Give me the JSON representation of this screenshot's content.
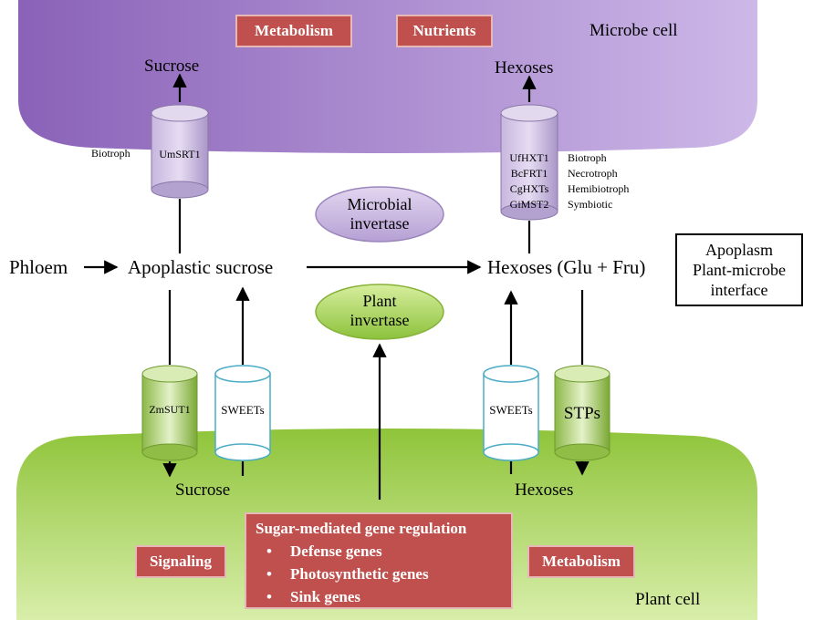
{
  "microbe": {
    "cell_label": "Microbe cell",
    "metabolism": "Metabolism",
    "nutrients": "Nutrients",
    "sucrose": "Sucrose",
    "hexoses": "Hexoses",
    "umsrt1": "UmSRT1",
    "biotroph_left": "Biotroph",
    "transporters": [
      "UfHXT1",
      "BcFRT1",
      "CgHXTs",
      "GiMST2"
    ],
    "lifestyles": [
      "Biotroph",
      "Necrotroph",
      "Hemibiotroph",
      "Symbiotic"
    ],
    "invertase_line1": "Microbial",
    "invertase_line2": "invertase"
  },
  "apoplast": {
    "phloem": "Phloem",
    "apo_sucrose": "Apoplastic sucrose",
    "hexoses": "Hexoses (Glu + Fru)",
    "box_line1": "Apoplasm",
    "box_line2": "Plant-microbe",
    "box_line3": "interface",
    "plant_inv_line1": "Plant",
    "plant_inv_line2": "invertase"
  },
  "plant": {
    "cell_label": "Plant cell",
    "zmsut1": "ZmSUT1",
    "sweets_left": "SWEETs",
    "sweets_right": "SWEETs",
    "stps": "STPs",
    "sucrose": "Sucrose",
    "hexoses": "Hexoses",
    "signaling": "Signaling",
    "metabolism": "Metabolism",
    "gene_title": "Sugar-mediated gene regulation",
    "genes": [
      "Defense genes",
      "Photosynthetic genes",
      "Sink genes"
    ]
  },
  "colors": {
    "microbe_fill_dark": "#8a62b8",
    "microbe_fill_light": "#cdb8e8",
    "plant_fill_dark": "#8fc43a",
    "plant_fill_light": "#d8eeaa",
    "red_box": "#c0504d",
    "sweet_outline": "#4bacc6"
  }
}
